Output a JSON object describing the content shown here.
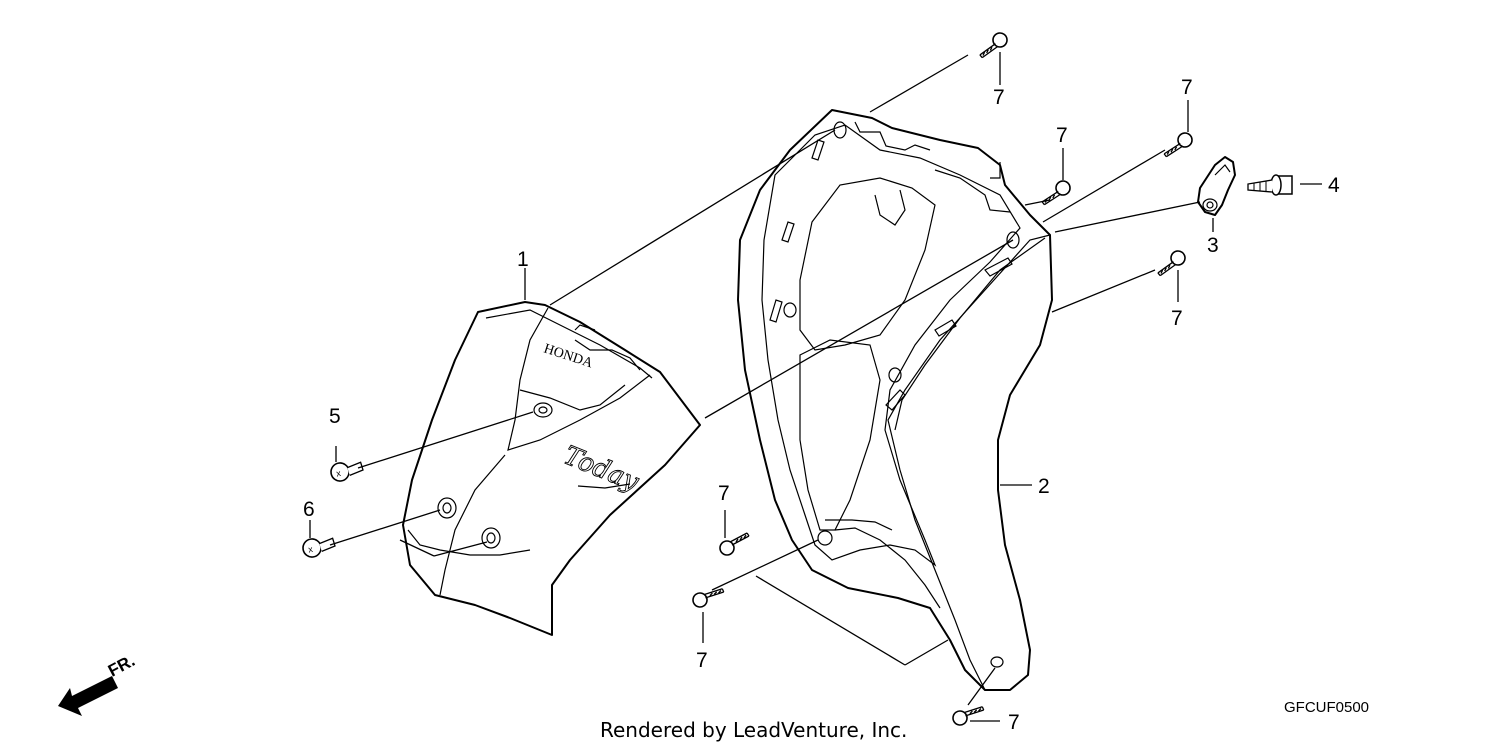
{
  "callouts": {
    "c1": "1",
    "c2": "2",
    "c3": "3",
    "c4": "4",
    "c5": "5",
    "c6": "6",
    "c7": "7"
  },
  "logo_text": "HONDA",
  "emblem_text": "Today",
  "direction_label": "FR.",
  "diagram_code": "GFCUF0500",
  "credit": "Rendered by LeadVenture, Inc."
}
